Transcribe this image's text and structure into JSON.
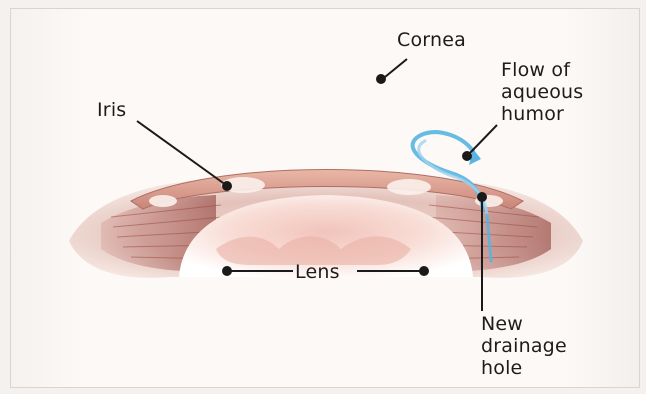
{
  "labels": {
    "cornea": "Cornea",
    "iris": "Iris",
    "lens": "Lens",
    "flow": [
      "Flow of",
      "aqueous",
      "humor"
    ],
    "drainage": [
      "New",
      "drainage",
      "hole"
    ]
  },
  "colors": {
    "background": "#fdf9f6",
    "iris_tissue": "#c48a80",
    "lens_core": "#f3cfc8",
    "aqueous_flow": "#58b4e0",
    "leader_line": "#1a1a1a"
  }
}
